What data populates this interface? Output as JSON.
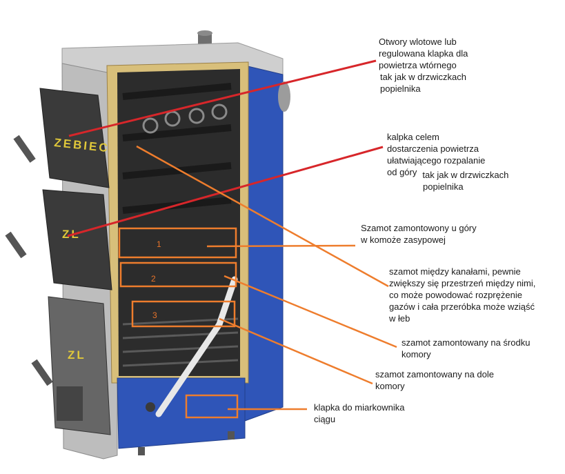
{
  "brand": {
    "logo_text": "ZEBIEC",
    "door_monogram": "ZL"
  },
  "colors": {
    "annotation_red": "#d7262a",
    "annotation_orange": "#ee7d2d",
    "boiler_blue": "#2f55b8",
    "door_dark": "#3a3a3a",
    "insulation": "#d8bf7a"
  },
  "chamber_boxes": [
    {
      "number": "1"
    },
    {
      "number": "2"
    },
    {
      "number": "3"
    }
  ],
  "annotations": {
    "secondary_air": [
      "Otwory wlotowe lub",
      "regulowana klapka dla",
      "powietrza wtórnego",
      "tak jak w drzwiczkach",
      "popielnika"
    ],
    "ignition_flap": [
      "kalpka celem",
      "dostarczenia powietrza",
      "ułatwiającego rozpalanie",
      "od góry",
      "tak jak w drzwiczkach",
      "popielnika"
    ],
    "fireclay_top": [
      "Szamot zamontowony u góry",
      "w komoże zasypowej"
    ],
    "fireclay_between": [
      "szamot między kanałami, pewnie",
      "zwiększy się przestrzeń między nimi,",
      "co może powodować rozprężenie",
      "gazów i cała przeróbka może wziąść",
      "w łeb"
    ],
    "fireclay_middle": [
      "szamot zamontowany na środku",
      "komory"
    ],
    "fireclay_bottom": [
      "szamot zamontowany na dole",
      "komory"
    ],
    "draft_flap": [
      "klapka do miarkownika",
      "ciągu"
    ]
  }
}
